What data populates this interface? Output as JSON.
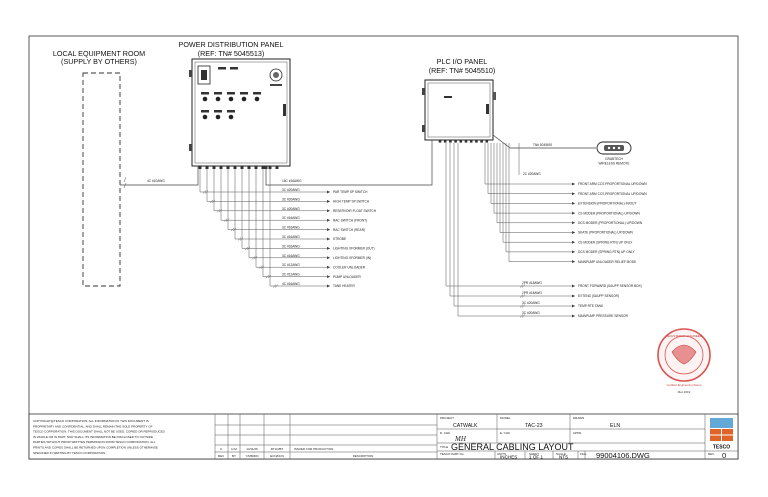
{
  "room": {
    "title_l1": "LOCAL EQUIPMENT ROOM",
    "title_l2": "(SUPPLY BY OTHERS)"
  },
  "pdp": {
    "title_l1": "POWER DISTRIBUTION PANEL",
    "title_l2": "(REF: TN# 5045513)",
    "feed_cable": "4C #10AWG",
    "top_cable": "16C #16AWG",
    "cables": [
      {
        "cable": "3C #20AWG",
        "dest": "PAR TEMP SP SWITCH"
      },
      {
        "cable": "3C #20AWG",
        "dest": "HIGH TEMP SP SWITCH"
      },
      {
        "cable": "3C #20AWG",
        "dest": "RESERVOIR FLOAT SWITCH"
      },
      {
        "cable": "3C #16AWG",
        "dest": "RAC SWITCH (FRONT)"
      },
      {
        "cable": "3C #16AWG",
        "dest": "RAC SWITCH (REAR)"
      },
      {
        "cable": "3C #16AWG",
        "dest": "STROBE"
      },
      {
        "cable": "3C #16AWG",
        "dest": "LIGHTING XFORMER (OUT)"
      },
      {
        "cable": "3C #16AWG",
        "dest": "LIGHTING XFORMER (IN)"
      },
      {
        "cable": "3C #12AWG",
        "dest": "COOLER UNLOADER"
      },
      {
        "cable": "3C #12AWG",
        "dest": "PUMP UNLOADER"
      },
      {
        "cable": "4C #16AWG",
        "dest": "TANK HEATER"
      }
    ]
  },
  "plc": {
    "title_l1": "PLC I/O PANEL",
    "title_l2": "(REF: TN# 5045510)",
    "remote_cable": "TN# 5045691",
    "remote_l1": "GRABTECH",
    "remote_l2": "WIRELESS REMOTE",
    "trunk_cable": "2C #20AWG",
    "upper_dests": [
      "FRONT ARM CCS PROPORTIONAL UP/DOWN",
      "FRONT ARM CCS PROPORTIONAL UP/DOWN",
      "EXTENSION (PROPORTIONAL) IN/OUT",
      "CS MODER (PROPORTIONAL) UP/DOWN",
      "DCS MODER (PROPORTIONAL) UP/DOWN",
      "SKATE (PROPORTIONAL) UP/DOWN",
      "CS MODER (SPRING RTN) UP ONLY",
      "DCS MODER (SPRING RTN) UP ONLY",
      "MAINPUMP UNLOADER RELIEF MODE"
    ],
    "lower": [
      {
        "cable": "2PR #18AWG",
        "dest": "FRONT FORWARD (SAUPP SENSOR BOX)"
      },
      {
        "cable": "2PR #18AWG",
        "dest": "EXTEND (SAUPP SENSOR)"
      },
      {
        "cable": "3C #20AWG",
        "dest": "TEMP RTE TANK"
      },
      {
        "cable": "3C #20AWG",
        "dest": "MAINPUMP PRESSURE SENSOR"
      }
    ]
  },
  "stamp": {
    "line1": "REGISTERED ENGINEER",
    "line2": "Certified Engineering Stamp",
    "date": "Mar 2019"
  },
  "titleblock": {
    "copyright": [
      "COPYRIGHT@TESCO CORPORATION, ALL INFORMATION IN THIS DOCUMENT IS",
      "PROPRIETARY AND CONFIDENTIAL, AND SHALL REMAIN THE SOLE PROPERTY OF",
      "TESCO CORPORATION. THIS DOCUMENT SHALL NOT BE USED, COPIED OR REPRODUCED",
      "IN WHOLE OR IN PART, NOR SHALL ITS INFORMATION BE DISCLOSED TO OUTSIDE",
      "PARTIES WITHOUT PRIOR WRITTEN PERMISSION FROM TESCO CORPORATION. ALL",
      "PRINTS AND COPIES SHALL BE RETURNED UPON COMPLETION UNLESS OTHERWISE",
      "SPECIFIED IN WRITING BY TESCO CORPORATION."
    ],
    "rev_row": {
      "rev": "0",
      "by": "H.M",
      "date": "14/11/26",
      "appr": "DTLD/BT",
      "desc": "ISSUED FOR PRODUCTION"
    },
    "rev_headers": {
      "rev": "REV",
      "by": "BY",
      "date": "Y/MM/DD",
      "appr": "ECN/DCN",
      "desc": "DESCRIPTION"
    },
    "project_label": "PROJECT",
    "project": "CATWALK",
    "model_label": "MODEL",
    "model": "TAC-23",
    "drawn_label": "DRAWN",
    "drawn": "ELN",
    "checked_label": "D. CHK.",
    "checked": "MH",
    "echk_label": "E. CHK.",
    "appd_label": "APPD.",
    "title_label": "TITLE",
    "title": "GENERAL CABLING LAYOUT",
    "tesco_part_label": "TESCO PART No.",
    "units_label": "UNITS",
    "units": "INCHES",
    "sheet_label": "SHEET",
    "sheet": "1 OF 1",
    "scale_label": "SCALE",
    "scale": "NTS",
    "file_label": "FILE",
    "file": "99004106.DWG",
    "rev_label": "REV.",
    "rev": "0",
    "logo": "TESCO",
    "colors": {
      "logo_blue": "#63a9d8",
      "logo_orange": "#e0632a"
    }
  }
}
